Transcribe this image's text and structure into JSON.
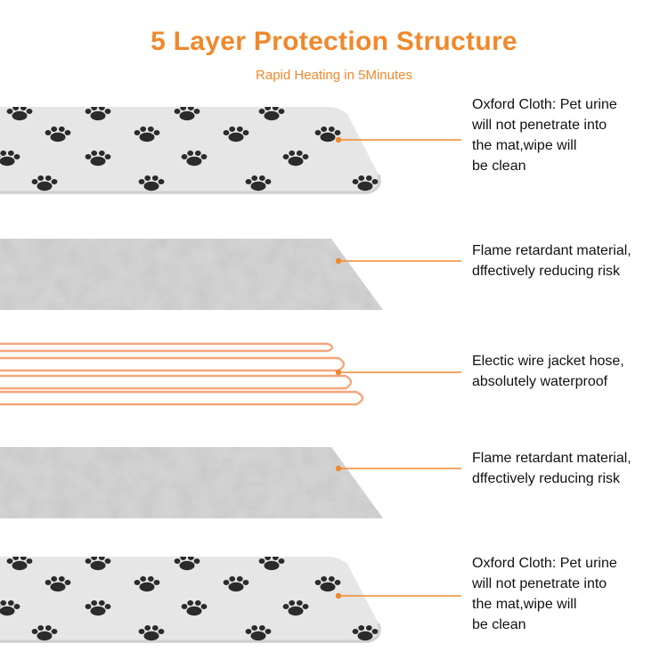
{
  "header": {
    "title": "5 Layer Protection Structure",
    "subtitle": "Rapid Heating in 5Minutes"
  },
  "colors": {
    "accent": "#f0882b",
    "wire": "#f4a67a",
    "paw": "#2b2b2b",
    "felt": "#d3d3d3",
    "oxford": "#e6e6e6",
    "text": "#111111"
  },
  "layers": [
    {
      "name": "oxford-cloth-top",
      "material": "paw-print oxford cloth",
      "lines": [
        "Oxford Cloth: Pet urine",
        "will not penetrate into",
        "the mat,wipe will",
        "be clean"
      ]
    },
    {
      "name": "flame-retardant-top",
      "material": "grey felt",
      "lines": [
        "Flame retardant material,",
        "dffectively reducing risk"
      ]
    },
    {
      "name": "electric-wire",
      "material": "orange heating wire",
      "lines": [
        "Electic wire jacket hose,",
        "absolutely waterproof"
      ]
    },
    {
      "name": "flame-retardant-bottom",
      "material": "grey felt",
      "lines": [
        "Flame retardant material,",
        "dffectively reducing risk"
      ]
    },
    {
      "name": "oxford-cloth-bottom",
      "material": "paw-print oxford cloth",
      "lines": [
        "Oxford Cloth: Pet urine",
        "will not penetrate into",
        "the mat,wipe will",
        "be clean"
      ]
    }
  ]
}
